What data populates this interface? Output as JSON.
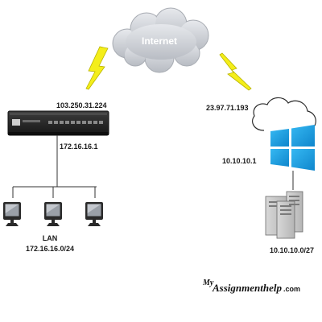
{
  "cloud": {
    "label": "Internet"
  },
  "firewall": {
    "wan_ip": "103.250.31.224",
    "lan_ip": "172.16.16.1"
  },
  "lan": {
    "label": "LAN",
    "subnet": "172.16.16.0/24",
    "computer_count": 3
  },
  "remote": {
    "wan_ip": "23.97.71.193",
    "gateway_ip": "10.10.10.1",
    "subnet": "10.10.10.0/27"
  },
  "watermark": {
    "prefix": "My",
    "brand": "Assignmenthelp",
    "suffix": ".com"
  },
  "colors": {
    "bolt": "#f4ee1a",
    "cloud_fill": "#cfd2d8",
    "windows_blue": "#1aa3e6",
    "firewall_body": "#2c2c2c"
  }
}
